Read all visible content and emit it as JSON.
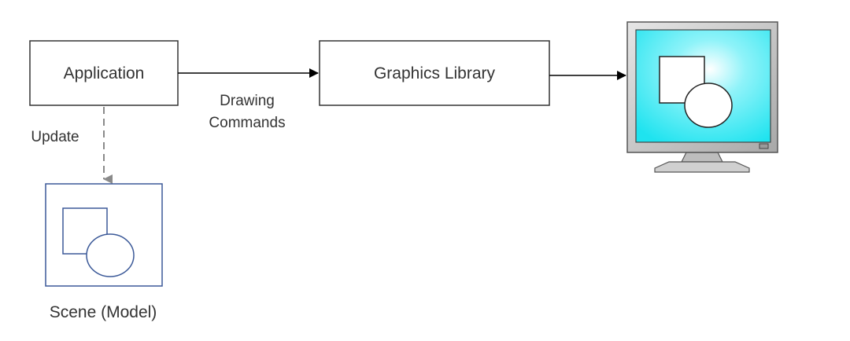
{
  "nodes": {
    "application": {
      "label": "Application"
    },
    "graphics_library": {
      "label": "Graphics Library"
    },
    "scene": {
      "label": "Scene (Model)"
    },
    "monitor": {
      "icon": "monitor-icon",
      "screen_color": "#22e6f2"
    }
  },
  "edges": {
    "update": {
      "label": "Update",
      "style": "dashed"
    },
    "drawing_commands": {
      "label_line1": "Drawing",
      "label_line2": "Commands"
    }
  },
  "colors": {
    "box_border": "#333333",
    "scene_border": "#3b5998",
    "dashed_arrow": "#8a8a8a",
    "monitor_frame": "#c4c4c4"
  }
}
